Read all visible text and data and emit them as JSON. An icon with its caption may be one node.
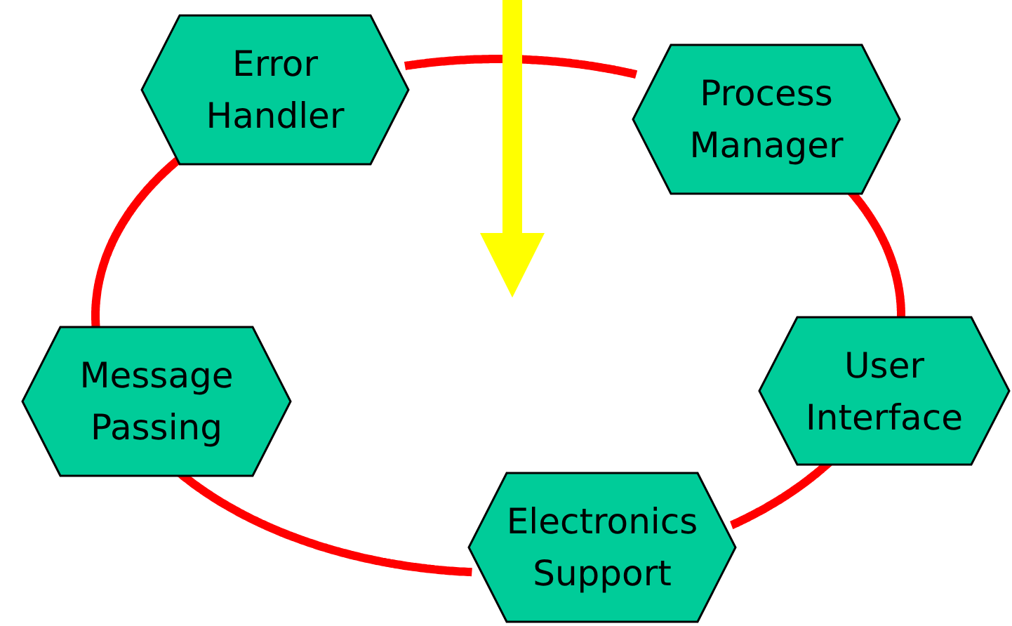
{
  "diagram": {
    "nodes": [
      {
        "text": [
          "Error Handler"
        ]
      },
      {
        "text": [
          "Process Manager"
        ]
      },
      {
        "text": [
          "User Interface"
        ]
      },
      {
        "text": [
          "Electronics Support"
        ]
      },
      {
        "text": [
          "Message Passing"
        ]
      }
    ],
    "edges": [
      {
        "from": 0,
        "to": 1,
        "arrow": "none"
      },
      {
        "from": 1,
        "to": 2,
        "arrow": "none"
      },
      {
        "from": 2,
        "to": 3,
        "arrow": "none"
      },
      {
        "from": 3,
        "to": 4,
        "arrow": "none"
      },
      {
        "from": 4,
        "to": 0,
        "arrow": "none"
      }
    ]
  }
}
